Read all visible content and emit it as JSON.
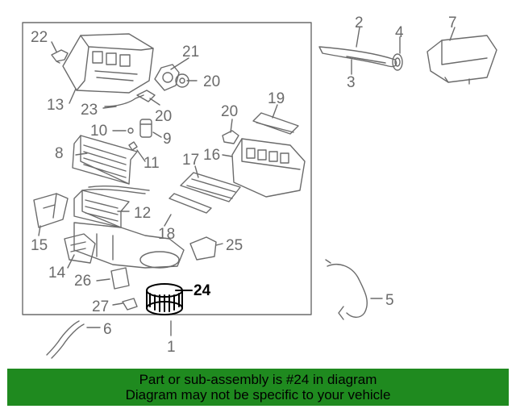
{
  "diagram": {
    "callouts": {
      "c1": "1",
      "c2": "2",
      "c3": "3",
      "c4": "4",
      "c5": "5",
      "c6": "6",
      "c7": "7",
      "c8": "8",
      "c9": "9",
      "c10": "10",
      "c11": "11",
      "c12": "12",
      "c13": "13",
      "c14": "14",
      "c15": "15",
      "c16": "16",
      "c17": "17",
      "c18": "18",
      "c19": "19",
      "c20a": "20",
      "c20b": "20",
      "c20c": "20",
      "c21": "21",
      "c22": "22",
      "c23": "23",
      "c24": "24",
      "c25": "25",
      "c26": "26",
      "c27": "27"
    },
    "highlighted_part": "24",
    "colors": {
      "line": "#6b6b6b",
      "highlight": "#000000"
    }
  },
  "banner": {
    "line1": "Part or sub-assembly is #24 in diagram",
    "line2": "Diagram may not be specific to your vehicle",
    "background": "#1f8a1f"
  }
}
